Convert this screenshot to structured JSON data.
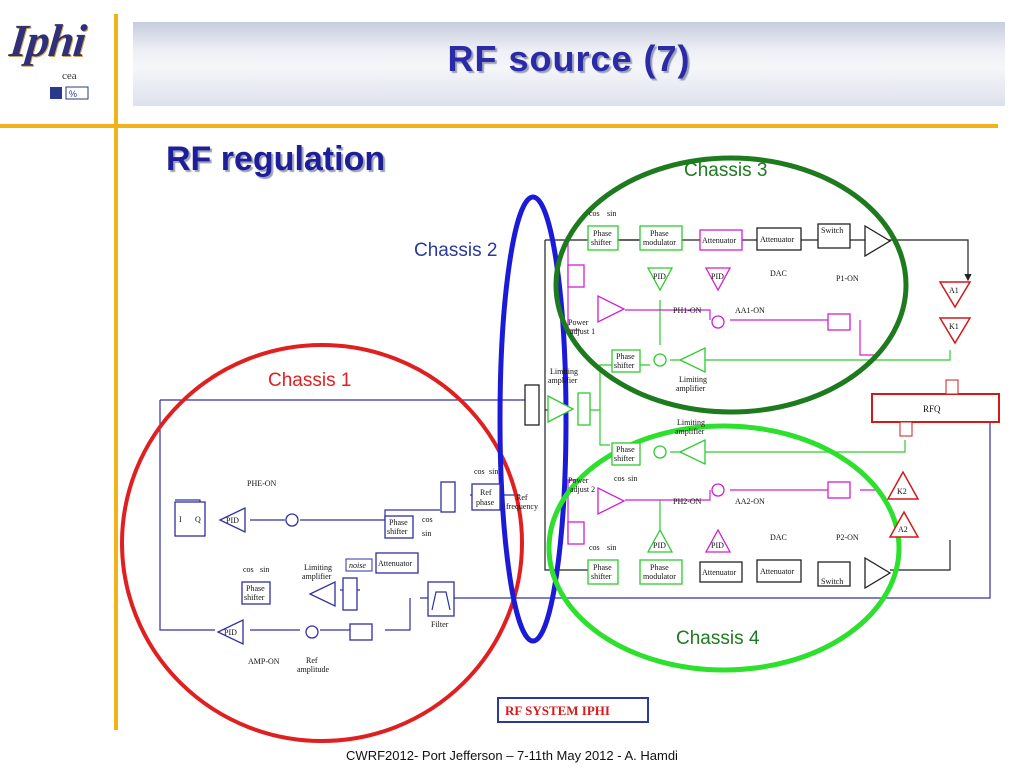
{
  "slide": {
    "title": "RF source (7)",
    "subtitle": "RF regulation",
    "footer": "CWRF2012- Port Jefferson – 7-11th May 2012 - A. Hamdi"
  },
  "logo": {
    "text": "Iphi",
    "small": "cea"
  },
  "colors": {
    "accent_bar": "#f2b21c",
    "chassis1": "#e02020",
    "chassis2": "#1a1ad8",
    "chassis3": "#1e7a1e",
    "chassis4": "#2ee02e",
    "signal_blue": "#3030a0",
    "signal_green": "#2ecc2e",
    "signal_magenta": "#d21ed2",
    "signal_red": "#d21a1a"
  },
  "diagram": {
    "chassis_labels": [
      "Chassis 1",
      "Chassis 2",
      "Chassis 3",
      "Chassis 4"
    ],
    "system_label": "RF SYSTEM IPHI",
    "blocks": {
      "rfq": "RFQ",
      "a1": "A1",
      "k1": "K1",
      "k2": "K2",
      "a2": "A2",
      "i": "I",
      "q": "Q",
      "pid": "PID",
      "phase_shifter": [
        "Phase",
        "shifter"
      ],
      "phase_modulator": [
        "Phase",
        "modulator"
      ],
      "attenuator": "Attenuator",
      "switch": "Switch",
      "dac": "DAC",
      "ref_phase": [
        "Ref",
        "phase"
      ],
      "filter": "Filter",
      "noise": "noise",
      "limiting_amplifier": [
        "Limiting",
        "amplifier"
      ],
      "power_adjust_1": [
        "Power",
        "adjust 1"
      ],
      "power_adjust_2": [
        "Power",
        "adjust 2"
      ],
      "ref_frequency": [
        "Ref",
        "frequency"
      ],
      "ref_amplitude": [
        "Ref",
        "amplitude"
      ],
      "cos": "cos",
      "sin": "sin",
      "phe_on": "PHE-ON",
      "amp_on": "AMP-ON",
      "ph1_on": "PH1-ON",
      "aa1_on": "AA1-ON",
      "p1_on": "P1-ON",
      "ph2_on": "PH2-ON",
      "aa2_on": "AA2-ON",
      "p2_on": "P2-ON"
    }
  }
}
